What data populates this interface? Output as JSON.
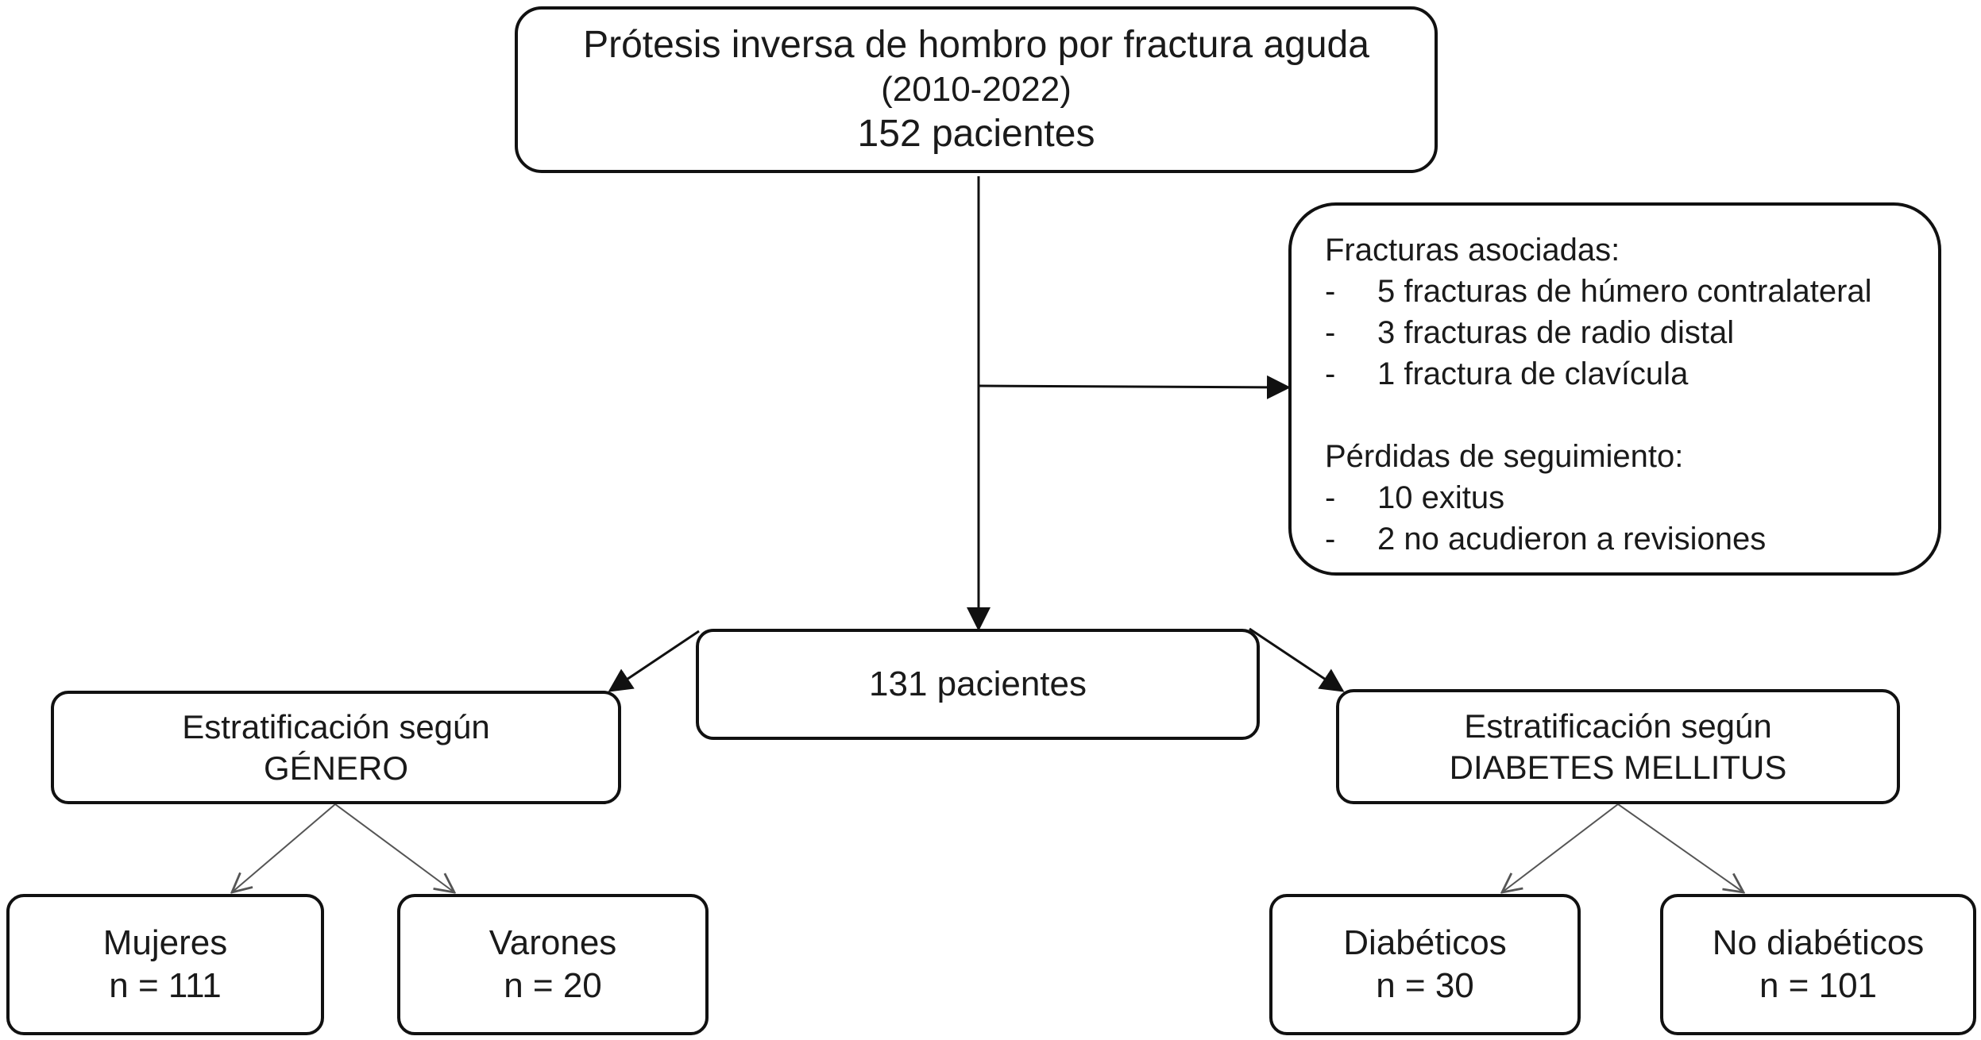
{
  "top_box": {
    "line1": "Prótesis inversa de hombro por fractura aguda",
    "line2": "(2010-2022)",
    "line3": "152 pacientes"
  },
  "side_box": {
    "section1": {
      "heading": "Fracturas asociadas:",
      "items": [
        "5 fracturas de húmero contralateral",
        "3 fracturas de radio distal",
        "1 fractura de clavícula"
      ]
    },
    "section2": {
      "heading": "Pérdidas de seguimiento:",
      "items": [
        "10 exitus",
        "2  no acudieron a revisiones"
      ]
    },
    "bullet": "-"
  },
  "middle_box": {
    "label": "131 pacientes"
  },
  "gender_box": {
    "line1": "Estratificación según",
    "line2": "GÉNERO"
  },
  "diabetes_box": {
    "line1": "Estratificación según",
    "line2": "DIABETES MELLITUS"
  },
  "women_box": {
    "label": "Mujeres",
    "count": "n = 111"
  },
  "men_box": {
    "label": "Varones",
    "count": "n = 20"
  },
  "diabetic_box": {
    "label": "Diabéticos",
    "count": "n = 30"
  },
  "non_diabetic_box": {
    "label": "No diabéticos",
    "count": "n = 101"
  },
  "colors": {
    "box_border": "#111111",
    "main_arrow": "#111111",
    "sub_arrow": "#555555",
    "text": "#1a1a1a"
  }
}
